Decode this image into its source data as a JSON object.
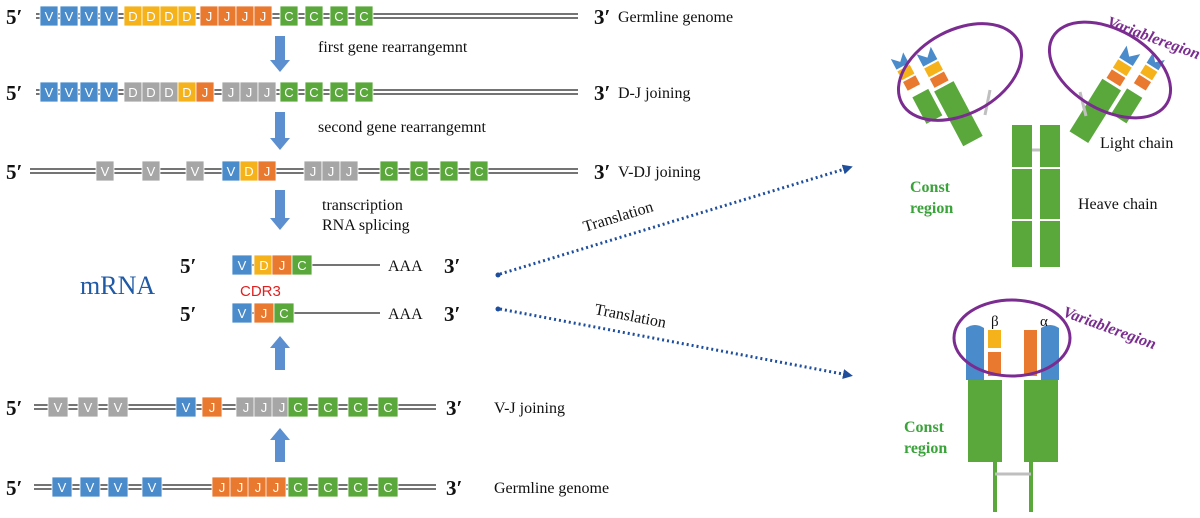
{
  "colors": {
    "v_segment": "#4a8bcb",
    "d_segment": "#f5b21b",
    "j_segment": "#e8792f",
    "c_segment": "#5aa83c",
    "removed_segment": "#a6a6a6",
    "arrow_blue": "#5b8fd0",
    "translation_arrow": "#1f4e9c",
    "ellipse": "#7b2c90",
    "antibody_green": "#5aa83c",
    "linker_gray": "#bfbfbf",
    "cdr3_red": "#e02020"
  },
  "rows": [
    {
      "id": "germline-top",
      "five": "5′",
      "three": "3′",
      "label": "Germline genome",
      "segments": [
        {
          "type": "V",
          "text": "V"
        },
        {
          "type": "V",
          "text": "V"
        },
        {
          "type": "V",
          "text": "V"
        },
        {
          "type": "V",
          "text": "V"
        },
        {
          "type": "D",
          "text": "D"
        },
        {
          "type": "D",
          "text": "D"
        },
        {
          "type": "D",
          "text": "D"
        },
        {
          "type": "D",
          "text": "D"
        },
        {
          "type": "J",
          "text": "J"
        },
        {
          "type": "J",
          "text": "J"
        },
        {
          "type": "J",
          "text": "J"
        },
        {
          "type": "J",
          "text": "J"
        },
        {
          "type": "C",
          "text": "C"
        },
        {
          "type": "C",
          "text": "C"
        },
        {
          "type": "C",
          "text": "C"
        },
        {
          "type": "C",
          "text": "C"
        }
      ]
    },
    {
      "id": "dj-joining",
      "five": "5′",
      "three": "3′",
      "label": "D-J joining",
      "segments": [
        {
          "type": "V",
          "text": "V"
        },
        {
          "type": "V",
          "text": "V"
        },
        {
          "type": "V",
          "text": "V"
        },
        {
          "type": "V",
          "text": "V"
        },
        {
          "type": "X",
          "text": "D"
        },
        {
          "type": "X",
          "text": "D"
        },
        {
          "type": "X",
          "text": "D"
        },
        {
          "type": "D",
          "text": "D"
        },
        {
          "type": "J",
          "text": "J"
        },
        {
          "type": "X",
          "text": "J"
        },
        {
          "type": "X",
          "text": "J"
        },
        {
          "type": "X",
          "text": "J"
        },
        {
          "type": "C",
          "text": "C"
        },
        {
          "type": "C",
          "text": "C"
        },
        {
          "type": "C",
          "text": "C"
        },
        {
          "type": "C",
          "text": "C"
        }
      ]
    },
    {
      "id": "vdj-joining",
      "five": "5′",
      "three": "3′",
      "label": "V-DJ joining",
      "segments": [
        {
          "type": "X",
          "text": "V"
        },
        {
          "type": "X",
          "text": "V"
        },
        {
          "type": "X",
          "text": "V"
        },
        {
          "type": "V",
          "text": "V"
        },
        {
          "type": "D",
          "text": "D"
        },
        {
          "type": "J",
          "text": "J"
        },
        {
          "type": "X",
          "text": "J"
        },
        {
          "type": "X",
          "text": "J"
        },
        {
          "type": "X",
          "text": "J"
        },
        {
          "type": "C",
          "text": "C"
        },
        {
          "type": "C",
          "text": "C"
        },
        {
          "type": "C",
          "text": "C"
        },
        {
          "type": "C",
          "text": "C"
        }
      ]
    },
    {
      "id": "mrna-heavy",
      "five": "5′",
      "three": "3′",
      "tail": "AAA",
      "segments": [
        {
          "type": "V",
          "text": "V"
        },
        {
          "type": "D",
          "text": "D"
        },
        {
          "type": "J",
          "text": "J"
        },
        {
          "type": "C",
          "text": "C"
        }
      ]
    },
    {
      "id": "mrna-light",
      "five": "5′",
      "three": "3′",
      "tail": "AAA",
      "segments": [
        {
          "type": "V",
          "text": "V"
        },
        {
          "type": "J",
          "text": "J"
        },
        {
          "type": "C",
          "text": "C"
        }
      ]
    },
    {
      "id": "vj-joining",
      "five": "5′",
      "three": "3′",
      "label": "V-J joining",
      "segments": [
        {
          "type": "X",
          "text": "V"
        },
        {
          "type": "X",
          "text": "V"
        },
        {
          "type": "X",
          "text": "V"
        },
        {
          "type": "V",
          "text": "V"
        },
        {
          "type": "J",
          "text": "J"
        },
        {
          "type": "X",
          "text": "J"
        },
        {
          "type": "X",
          "text": "J"
        },
        {
          "type": "X",
          "text": "J"
        },
        {
          "type": "C",
          "text": "C"
        },
        {
          "type": "C",
          "text": "C"
        },
        {
          "type": "C",
          "text": "C"
        },
        {
          "type": "C",
          "text": "C"
        }
      ]
    },
    {
      "id": "germline-bottom",
      "five": "5′",
      "three": "3′",
      "label": "Germline genome",
      "segments": [
        {
          "type": "V",
          "text": "V"
        },
        {
          "type": "V",
          "text": "V"
        },
        {
          "type": "V",
          "text": "V"
        },
        {
          "type": "V",
          "text": "V"
        },
        {
          "type": "J",
          "text": "J"
        },
        {
          "type": "J",
          "text": "J"
        },
        {
          "type": "J",
          "text": "J"
        },
        {
          "type": "J",
          "text": "J"
        },
        {
          "type": "C",
          "text": "C"
        },
        {
          "type": "C",
          "text": "C"
        },
        {
          "type": "C",
          "text": "C"
        },
        {
          "type": "C",
          "text": "C"
        }
      ]
    }
  ],
  "steps": {
    "first": "first gene rearrangemnt",
    "second": "second gene rearrangemnt",
    "transcription": "transcription",
    "splicing": "RNA splicing"
  },
  "mrna_label": "mRNA",
  "cdr3_label": "CDR3",
  "translation_top": "Translation",
  "translation_bottom": "Translation",
  "antibody": {
    "variable_region": "Variableregion",
    "light_chain": "Light chain",
    "heavy_chain": "Heave chain",
    "const_line1": "Const",
    "const_line2": "region"
  },
  "tcr": {
    "variable_region": "Variableregion",
    "beta": "β",
    "alpha": "α",
    "const_line1": "Const",
    "const_line2": "region"
  }
}
